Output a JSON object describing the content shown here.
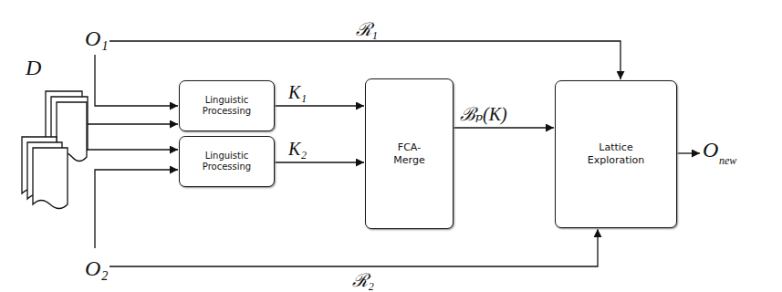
{
  "diagram": {
    "nodes": [
      {
        "text": [
          "Linguistic Processing"
        ]
      },
      {
        "text": [
          "Linguistic Processing"
        ]
      },
      {
        "text": [
          "FCA-Merge"
        ]
      },
      {
        "text": [
          "Lattice Exploration"
        ]
      }
    ],
    "edges": [
      {
        "from": 0,
        "to": 2,
        "arrow": "to",
        "label": "K₁"
      },
      {
        "from": 1,
        "to": 2,
        "arrow": "to",
        "label": "K₂"
      },
      {
        "from": 2,
        "to": 3,
        "arrow": "to",
        "label": "ℬₚ(K)"
      }
    ],
    "labels": [
      "O₁",
      "D",
      "ℛ₁",
      "O₂",
      "ℛ₂",
      "O",
      "new"
    ]
  }
}
